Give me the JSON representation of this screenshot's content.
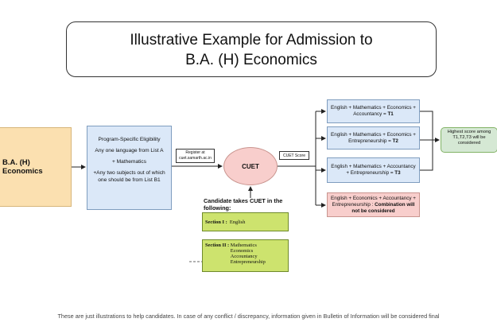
{
  "title": {
    "line1": "Illustrative Example for Admission to",
    "line2": "B.A. (H) Economics"
  },
  "course": "B.A. (H) Economics",
  "eligibility": {
    "heading": "Program-Specific Eligibility",
    "line1": "Any one language from List A",
    "line2": "+ Mathematics",
    "line3": "+Any two subjects out of which one should be from List B1"
  },
  "register": {
    "line1": "Register at",
    "line2": "cuet.samarth.ac.in"
  },
  "cuet": "CUET",
  "cuet_score": "CUET Score",
  "combinations": [
    {
      "text": "English + Mathematics + Economics + Accountancy = ",
      "tag": "T1"
    },
    {
      "text": "English + Mathematics + Economics + Entrepreneurship = ",
      "tag": "T2"
    },
    {
      "text": "English + Mathematics + Accountancy + Entrepreneurship = ",
      "tag": "T3"
    },
    {
      "text": "English + Economics + Accountancy + Entrepreneurship : ",
      "tag": "Combination will not be considered"
    }
  ],
  "highest": "Highest score among T1,T2,T3 will be considered",
  "takes": "Candidate takes CUET in the following:",
  "section1": {
    "label": "Section I :",
    "subject": "English"
  },
  "section2": {
    "label": "Section II :",
    "subjects": [
      "Mathematics",
      "Economics",
      "Accountancy",
      "Entrepreneurship"
    ]
  },
  "footer": "These are just illustrations to help candidates. In case of any conflict / discrepancy, information given in Bulletin of Information will be considered final",
  "colors": {
    "course_fill": "#fbe0b0",
    "box_fill": "#dbe8f8",
    "cuet_fill": "#f8cecc",
    "section_fill": "#cde36e",
    "result_fill": "#d5e8d4"
  }
}
